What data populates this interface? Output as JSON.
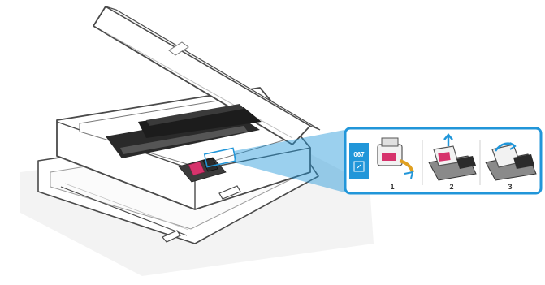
{
  "callout": {
    "cartridge_code": "067",
    "steps": [
      {
        "number": "1",
        "icon": "cartridge-remove-tape-icon"
      },
      {
        "number": "2",
        "icon": "cartridge-insert-icon"
      },
      {
        "number": "3",
        "icon": "cartridge-snap-in-icon"
      }
    ]
  },
  "colors": {
    "accent": "#2196d9",
    "magenta": "#d6336c",
    "printer_body": "#ffffff",
    "printer_outline": "#4a4a4a",
    "shadow": "#f0f0f0"
  }
}
